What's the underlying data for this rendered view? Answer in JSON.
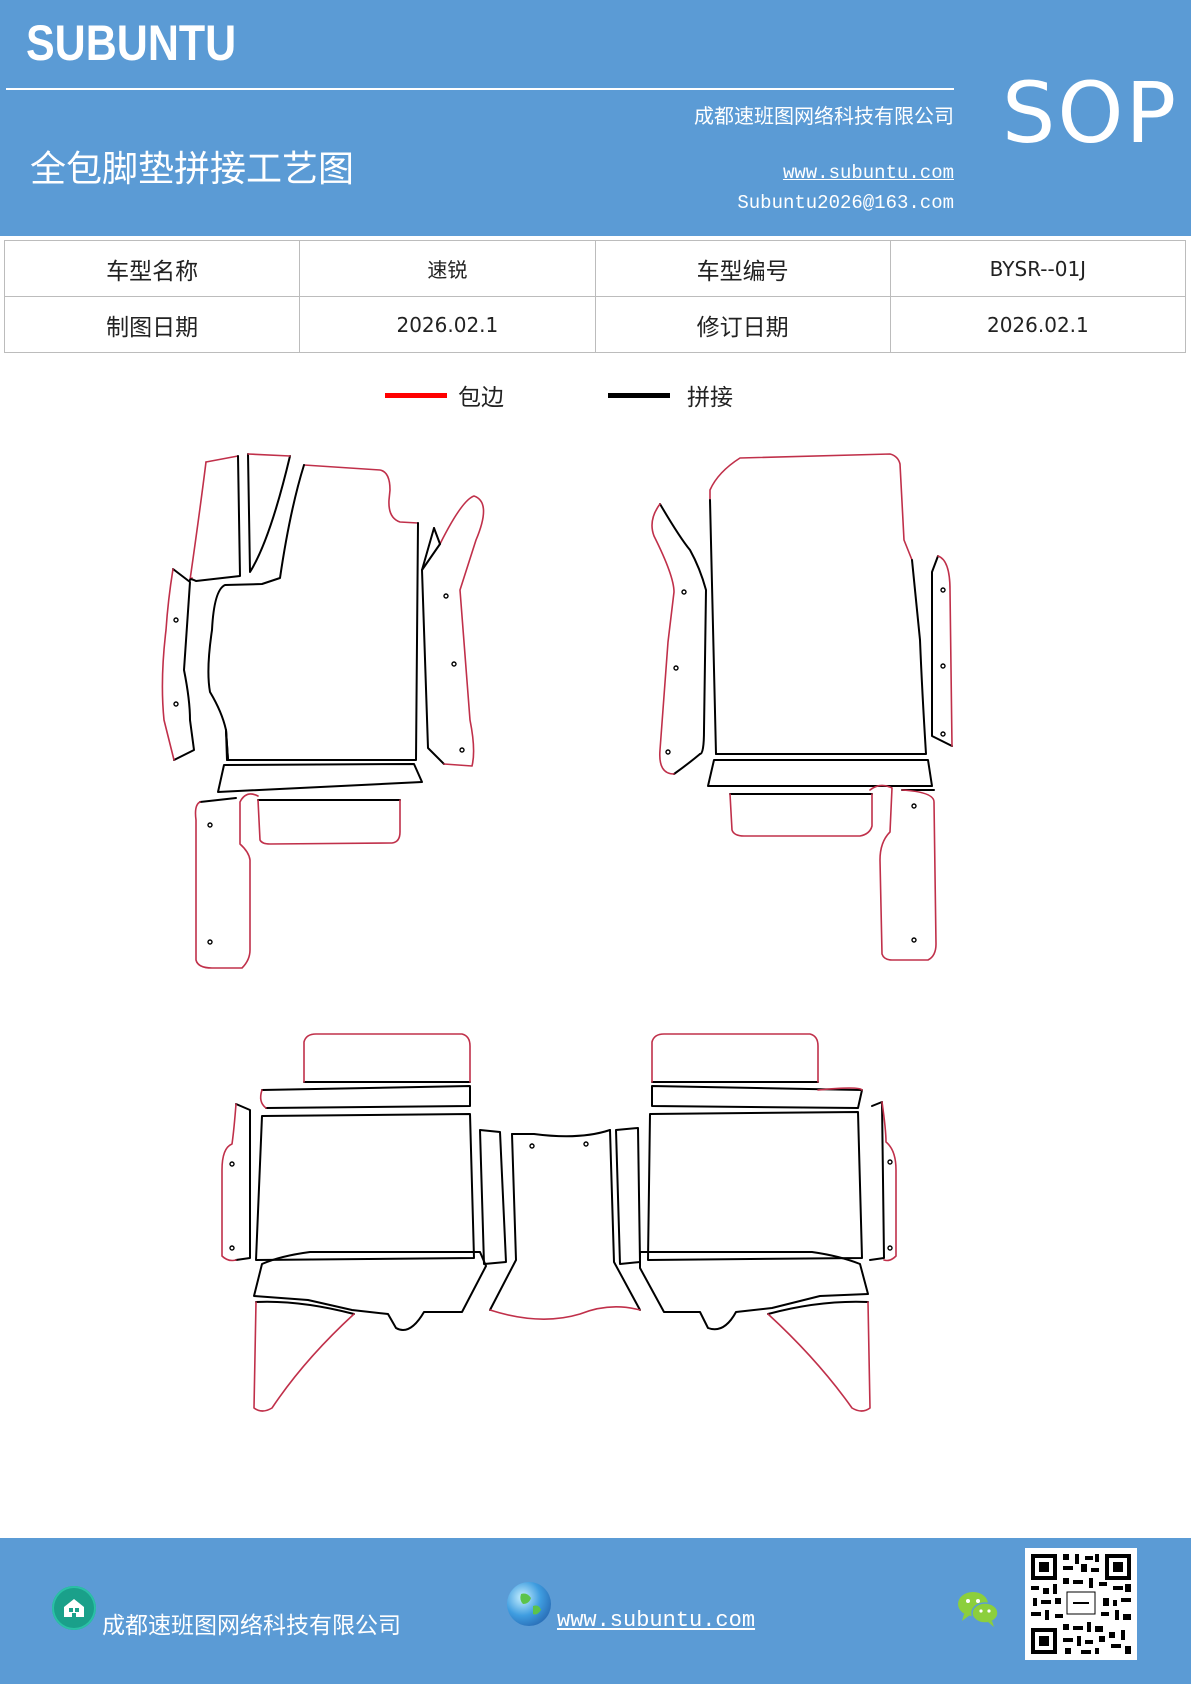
{
  "header": {
    "brand": "SUBUNTU",
    "company": "成都速班图网络科技有限公司",
    "title": "全包脚垫拼接工艺图",
    "website": "www.subuntu.com",
    "email": "Subuntu2026@163.com",
    "badge": "SOP"
  },
  "info_table": {
    "rows": [
      [
        {
          "text": "车型名称",
          "kind": "label"
        },
        {
          "text": "速锐",
          "kind": "value"
        },
        {
          "text": "车型编号",
          "kind": "label"
        },
        {
          "text": "BYSR--01J",
          "kind": "value"
        }
      ],
      [
        {
          "text": "制图日期",
          "kind": "label"
        },
        {
          "text": "2026.02.1",
          "kind": "value"
        },
        {
          "text": "修订日期",
          "kind": "label"
        },
        {
          "text": "2026.02.1",
          "kind": "value"
        }
      ]
    ]
  },
  "legend": {
    "items": [
      {
        "label": "包边",
        "color": "#ff0000"
      },
      {
        "label": "拼接",
        "color": "#000000"
      }
    ]
  },
  "colors": {
    "header_bg": "#5b9bd5",
    "edge_binding": "#c0304a",
    "seam": "#000000"
  },
  "footer": {
    "company": "成都速班图网络科技有限公司",
    "website": "www.subuntu.com",
    "icons": [
      "home-icon",
      "globe-icon",
      "wechat-icon",
      "qr-code"
    ]
  }
}
